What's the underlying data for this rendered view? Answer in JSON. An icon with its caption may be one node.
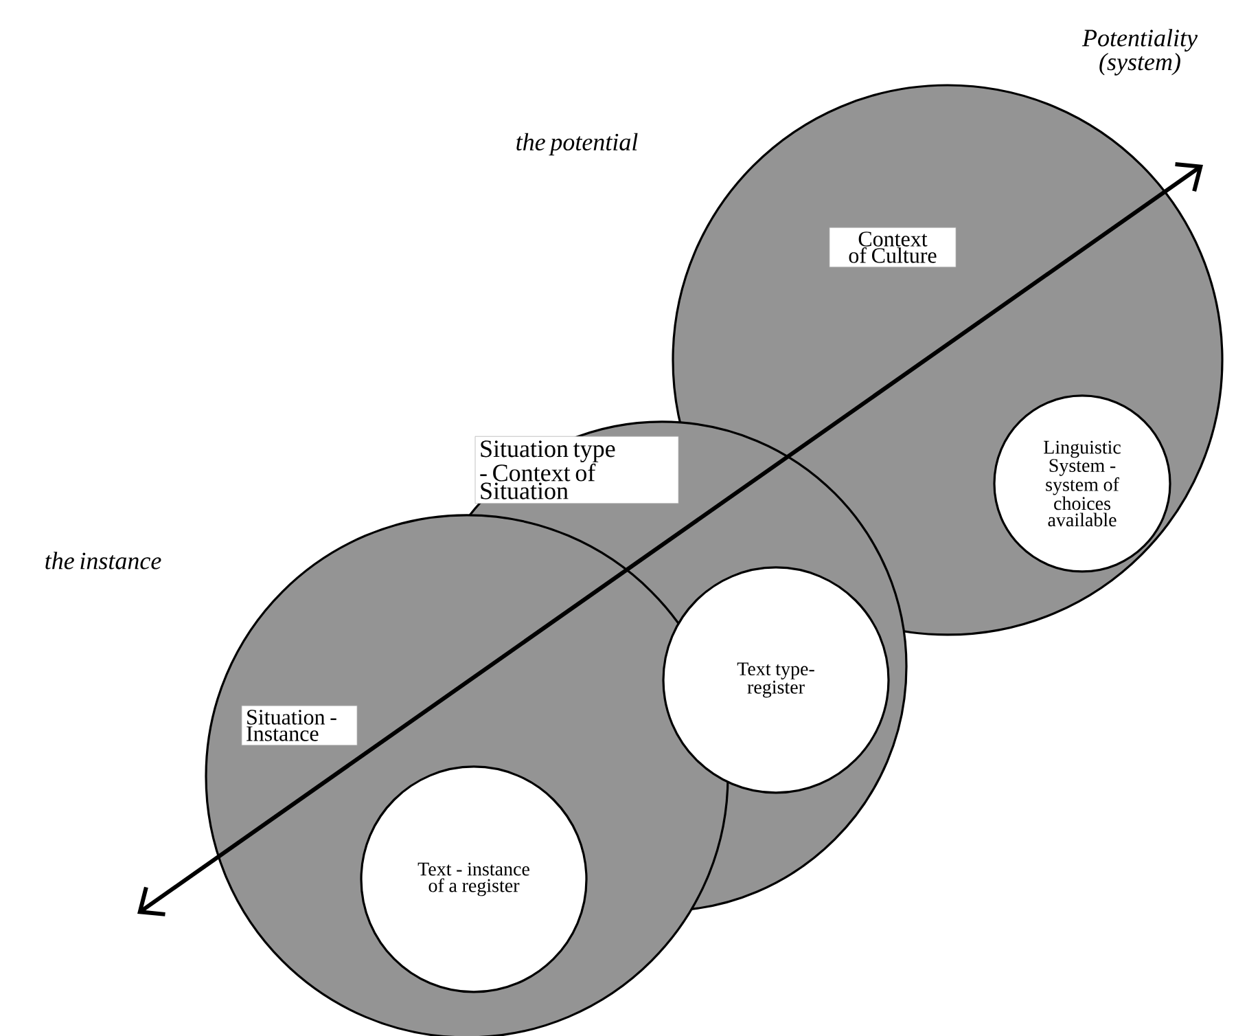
{
  "diagram": {
    "nodes": [
      {
        "text": [
          "Context of Culture"
        ]
      },
      {
        "text": [
          "Linguistic System - system of choices available"
        ],
        "in": 0
      },
      {
        "text": [
          "Situation type - Context of Situation"
        ]
      },
      {
        "text": [
          "Text type- register"
        ],
        "in": 2
      },
      {
        "text": [
          "Situation - Instance"
        ]
      },
      {
        "text": [
          "Text - instance of a register"
        ],
        "in": 4
      }
    ],
    "edges": [],
    "labels": [
      "Potentiality (system)",
      "the potential",
      "the instance"
    ]
  }
}
